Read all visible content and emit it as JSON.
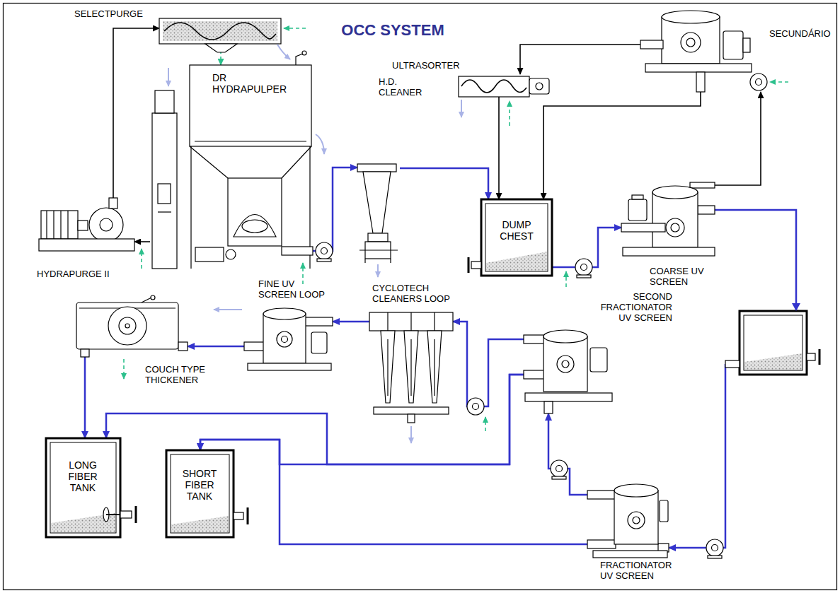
{
  "diagram": {
    "title": "OCC SYSTEM",
    "nodes": [
      {
        "text": [
          "SELECTPURGE"
        ]
      },
      {
        "text": [
          "DR HYDRAPULPER"
        ]
      },
      {
        "text": [
          "H.D. CLEANER"
        ]
      },
      {
        "text": [
          "ULTRASORTER"
        ]
      },
      {
        "text": [
          "SECUNDÁRIO"
        ]
      },
      {
        "text": [
          "HYDRAPURGE II"
        ]
      },
      {
        "text": [
          "DUMP CHEST"
        ]
      },
      {
        "text": [
          "COARSE UV SCREEN"
        ]
      },
      {
        "text": [
          "FINE UV SCREEN LOOP"
        ]
      },
      {
        "text": [
          "CYCLOTECH CLEANERS LOOP"
        ]
      },
      {
        "text": [
          "SECOND FRACTIONATOR UV SCREEN"
        ]
      },
      {
        "text": [
          "COUCH TYPE THICKENER"
        ]
      },
      {
        "text": [
          "LONG FIBER TANK"
        ]
      },
      {
        "text": [
          "SHORT FIBER TANK"
        ]
      },
      {
        "text": [
          "FRACTIONATOR UV SCREEN"
        ]
      }
    ],
    "edges": [
      {
        "from": 1,
        "to": 2,
        "arrow": "to"
      },
      {
        "from": 2,
        "to": 6,
        "arrow": "to"
      },
      {
        "from": 3,
        "to": 6,
        "arrow": "to"
      },
      {
        "from": 4,
        "to": 6,
        "arrow": "to"
      },
      {
        "from": 4,
        "to": 3,
        "arrow": "to"
      },
      {
        "from": 7,
        "to": 4,
        "arrow": "to"
      },
      {
        "from": 6,
        "to": 7,
        "arrow": "to"
      },
      {
        "from": 7,
        "to": 14,
        "arrow": "to"
      },
      {
        "from": 14,
        "to": 10,
        "arrow": "to"
      },
      {
        "from": 14,
        "to": 13,
        "arrow": "to"
      },
      {
        "from": 10,
        "to": 9,
        "arrow": "to"
      },
      {
        "from": 10,
        "to": 13,
        "arrow": "to"
      },
      {
        "from": 10,
        "to": 12,
        "arrow": "to"
      },
      {
        "from": 9,
        "to": 8,
        "arrow": "to"
      },
      {
        "from": 8,
        "to": 11,
        "arrow": "to"
      },
      {
        "from": 11,
        "to": 12,
        "arrow": "to"
      },
      {
        "from": 5,
        "to": 0,
        "arrow": "to"
      },
      {
        "from": 1,
        "to": 5,
        "arrow": "to"
      },
      {
        "from": 0,
        "to": 1,
        "arrow": "to"
      }
    ]
  }
}
